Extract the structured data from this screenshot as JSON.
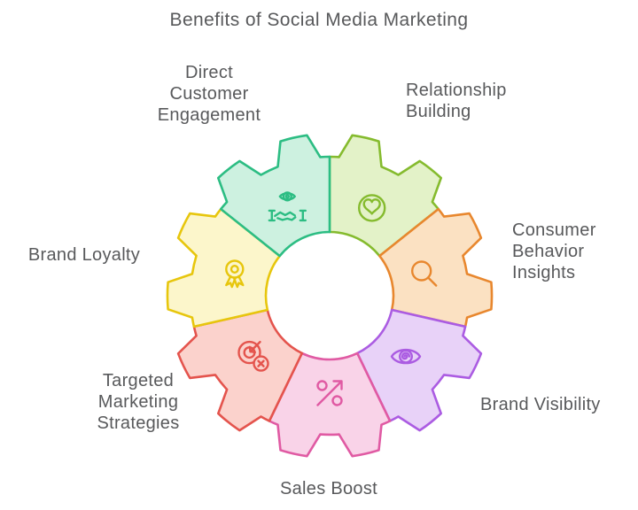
{
  "title": "Benefits of Social Media Marketing",
  "colors": {
    "background": "#ffffff",
    "label_text": "#58595b"
  },
  "diagram_type": "gear-wheel-7-segments",
  "segments": [
    {
      "id": "relationship-building",
      "label": "Relationship\nBuilding",
      "icon": "heart-circle-icon",
      "fill": "#e3f2c8",
      "stroke": "#85bb2e"
    },
    {
      "id": "consumer-behavior-insights",
      "label": "Consumer\nBehavior\nInsights",
      "icon": "magnifier-icon",
      "fill": "#fbe1c2",
      "stroke": "#e8872e"
    },
    {
      "id": "brand-visibility",
      "label": "Brand Visibility",
      "icon": "eye-spiral-icon",
      "fill": "#e8d2f8",
      "stroke": "#ab5ce2"
    },
    {
      "id": "sales-boost",
      "label": "Sales Boost",
      "icon": "percent-growth-icon",
      "fill": "#f9d3e8",
      "stroke": "#e05aa3"
    },
    {
      "id": "targeted-marketing-strategies",
      "label": "Targeted\nMarketing\nStrategies",
      "icon": "target-missed-icon",
      "fill": "#fbd2cc",
      "stroke": "#e4544d"
    },
    {
      "id": "brand-loyalty",
      "label": "Brand Loyalty",
      "icon": "award-ribbon-icon",
      "fill": "#fcf6cb",
      "stroke": "#e7c60d"
    },
    {
      "id": "direct-customer-engagement",
      "label": "Direct\nCustomer\nEngagement",
      "icon": "handshake-eye-icon",
      "fill": "#cdf1e0",
      "stroke": "#2cbd83"
    }
  ]
}
